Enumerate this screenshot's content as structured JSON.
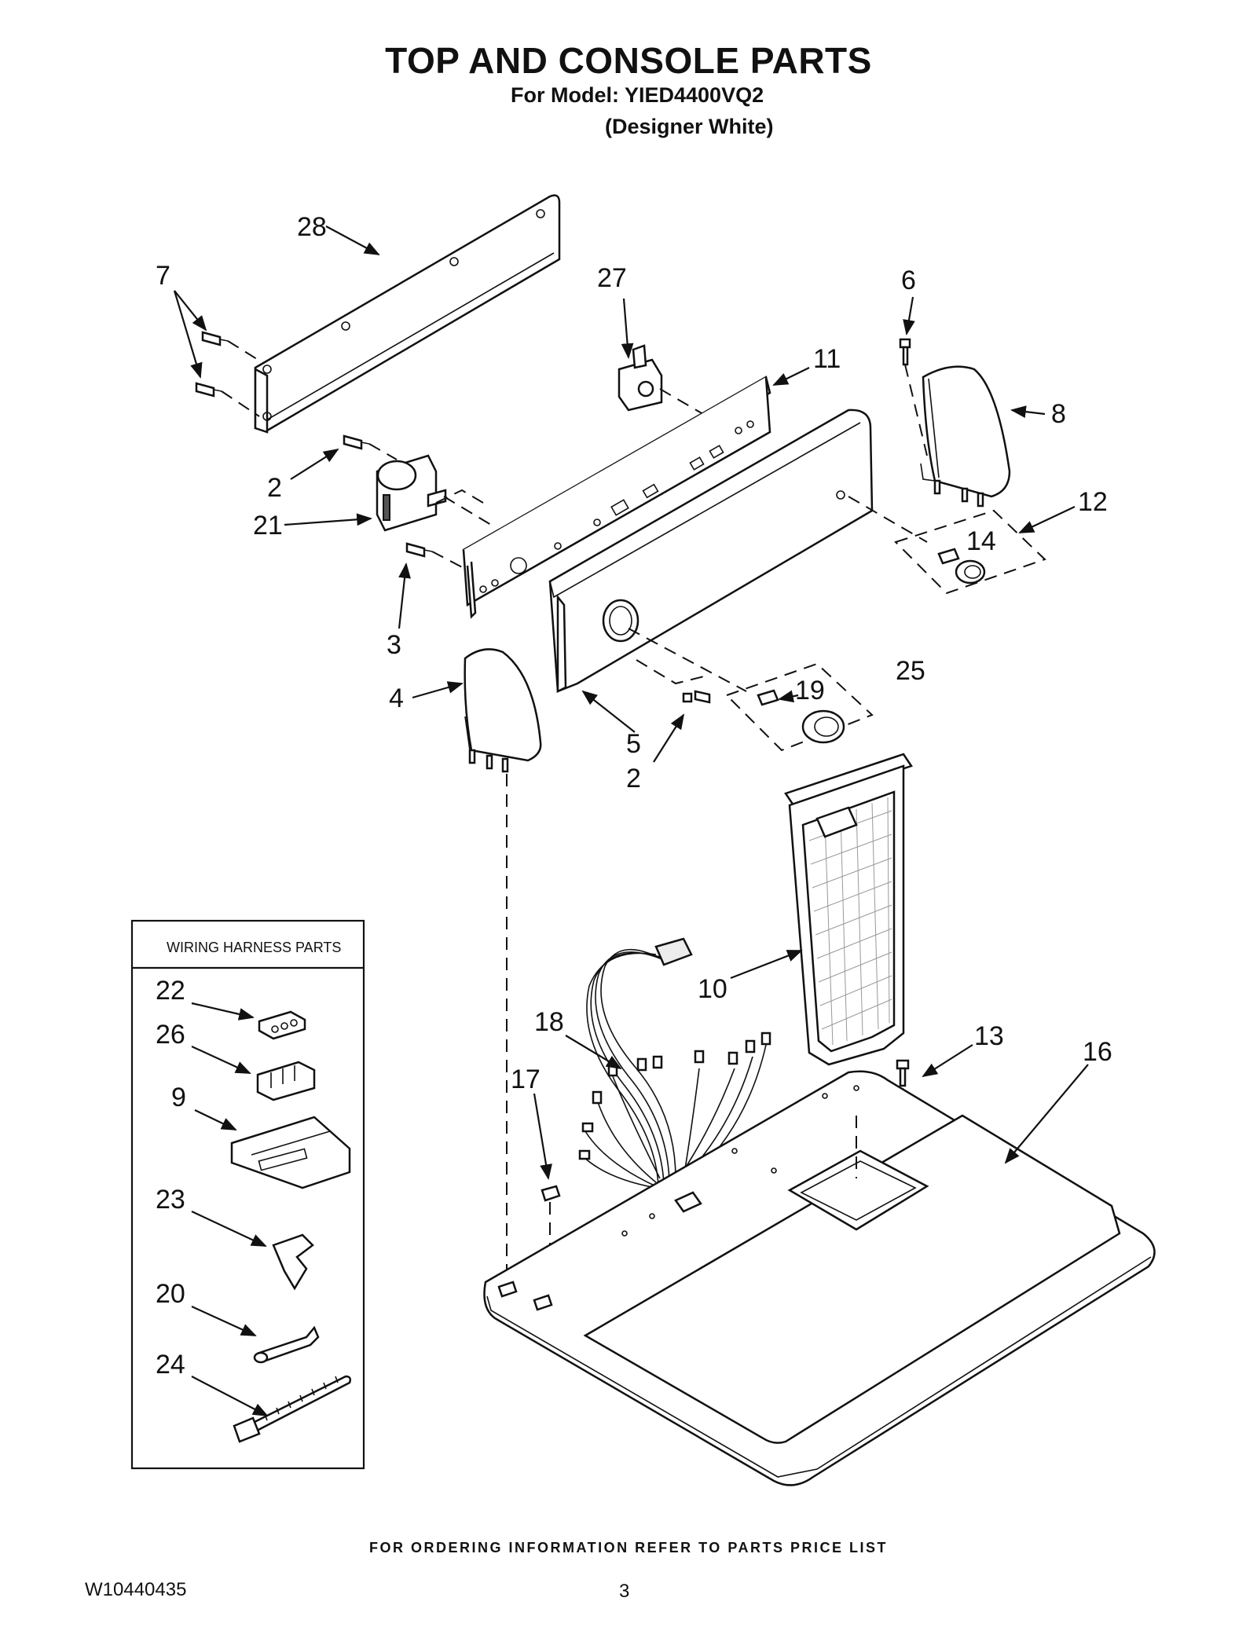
{
  "header": {
    "title": "TOP AND CONSOLE PARTS",
    "model_line": "For Model: YIED4400VQ2",
    "color_line": "(Designer White)"
  },
  "wiring_box": {
    "title": "WIRING HARNESS PARTS",
    "callouts": [
      "22",
      "26",
      "9",
      "23",
      "20",
      "24"
    ]
  },
  "callouts": {
    "c28": "28",
    "c7": "7",
    "c27": "27",
    "c6": "6",
    "c11": "11",
    "c8": "8",
    "c2a": "2",
    "c21": "21",
    "c12": "12",
    "c14": "14",
    "c3": "3",
    "c4": "4",
    "c25": "25",
    "c19": "19",
    "c5": "5",
    "c2b": "2",
    "c10": "10",
    "c18": "18",
    "c17": "17",
    "c13": "13",
    "c16": "16"
  },
  "footer": {
    "ordering_note": "FOR ORDERING INFORMATION REFER TO PARTS PRICE LIST",
    "doc_number": "W10440435",
    "page_number": "3"
  }
}
